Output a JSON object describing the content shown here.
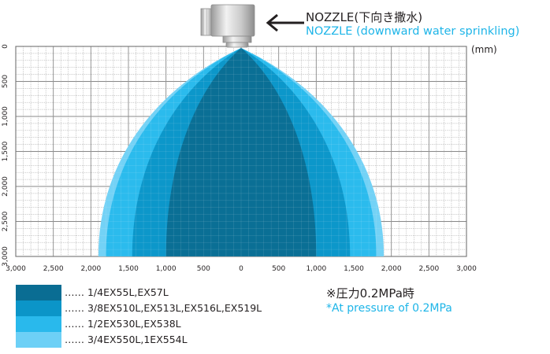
{
  "nozzle": {
    "label_ja": "NOZZLE(下向き撒水)",
    "label_en": "NOZZLE (downward water sprinkling)"
  },
  "unit_label": "(mm)",
  "axes": {
    "x_ticks": [
      "3,000",
      "2,500",
      "2,000",
      "1,500",
      "1,000",
      "500",
      "0",
      "500",
      "1,000",
      "1,500",
      "2,000",
      "2,500",
      "3,000"
    ],
    "y_ticks": [
      "0",
      "500",
      "1,000",
      "1,500",
      "2,000",
      "2,500",
      "3,000"
    ],
    "x_range_mm": [
      -3000,
      3000
    ],
    "y_range_mm": [
      0,
      3000
    ]
  },
  "spray_patterns": [
    {
      "name": "3/4EX550L,1EX554L",
      "color": "#6dd0f6",
      "half_width_mm": 1900
    },
    {
      "name": "1/2EX530L,EX538L",
      "color": "#29b9ec",
      "half_width_mm": 1800
    },
    {
      "name": "3/8EX510L,EX513L,EX516L,EX519L",
      "color": "#0b95c8",
      "half_width_mm": 1450
    },
    {
      "name": "1/4EX55L,EX57L",
      "color": "#0a6d93",
      "half_width_mm": 1000
    }
  ],
  "legend": [
    {
      "text": "…… 1/4EX55L,EX57L",
      "color": "#0a6d93"
    },
    {
      "text": "…… 3/8EX510L,EX513L,EX516L,EX519L",
      "color": "#0b95c8"
    },
    {
      "text": "…… 1/2EX530L,EX538L",
      "color": "#29b9ec"
    },
    {
      "text": "…… 3/4EX550L,1EX554L",
      "color": "#6dd0f6"
    }
  ],
  "note": {
    "ja": "※圧力0.2MPa時",
    "en": "*At pressure of 0.2MPa"
  },
  "colors": {
    "accent": "#1eb5e8",
    "grid": "#7d7d7d",
    "text": "#231f20"
  }
}
